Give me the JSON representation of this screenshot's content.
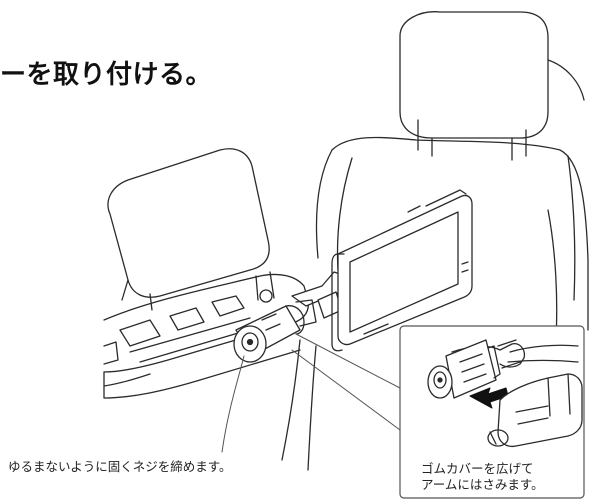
{
  "heading": "ーを取り付ける。",
  "captions": {
    "screw": "ゆるまないように固くネジを締めます。",
    "cover_line1": "ゴムカバーを広げて",
    "cover_line2": "アームにはさみます。"
  },
  "colors": {
    "line": "#2b2b2b",
    "callout": "#555555",
    "arrow": "#111111"
  }
}
